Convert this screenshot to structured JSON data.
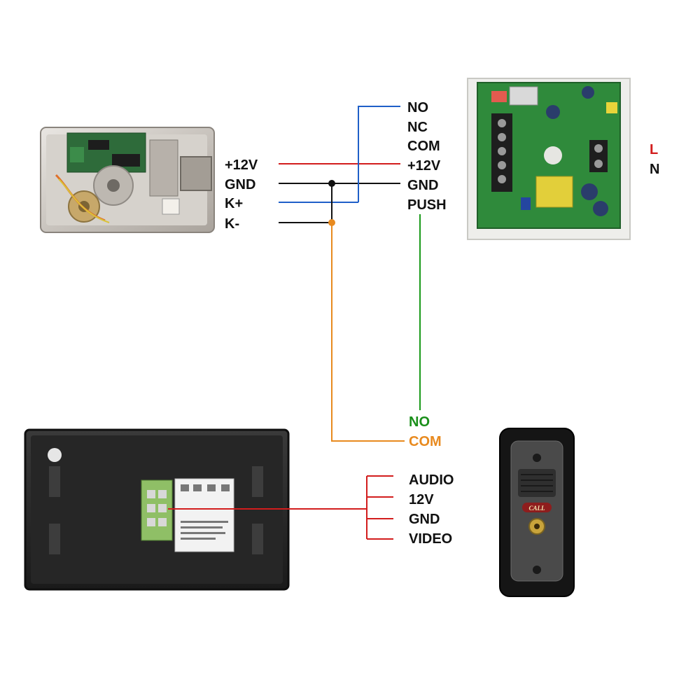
{
  "lock_labels": [
    "+12V",
    "GND",
    "K+",
    "K-"
  ],
  "power_labels": [
    "NO",
    "NC",
    "COM",
    "+12V",
    "GND",
    "PUSH"
  ],
  "mains_labels": {
    "L": "L",
    "N": "N"
  },
  "monitor_relay_labels": {
    "no": "NO",
    "com": "COM"
  },
  "doorbell_labels": [
    "AUDIO",
    "12V",
    "GND",
    "VIDEO"
  ],
  "doorbell_call_text": "CALL",
  "colors": {
    "red": "#d21d1d",
    "black": "#111111",
    "blue": "#1f5fc8",
    "green": "#1a9a1a",
    "orange": "#e88a1f"
  }
}
